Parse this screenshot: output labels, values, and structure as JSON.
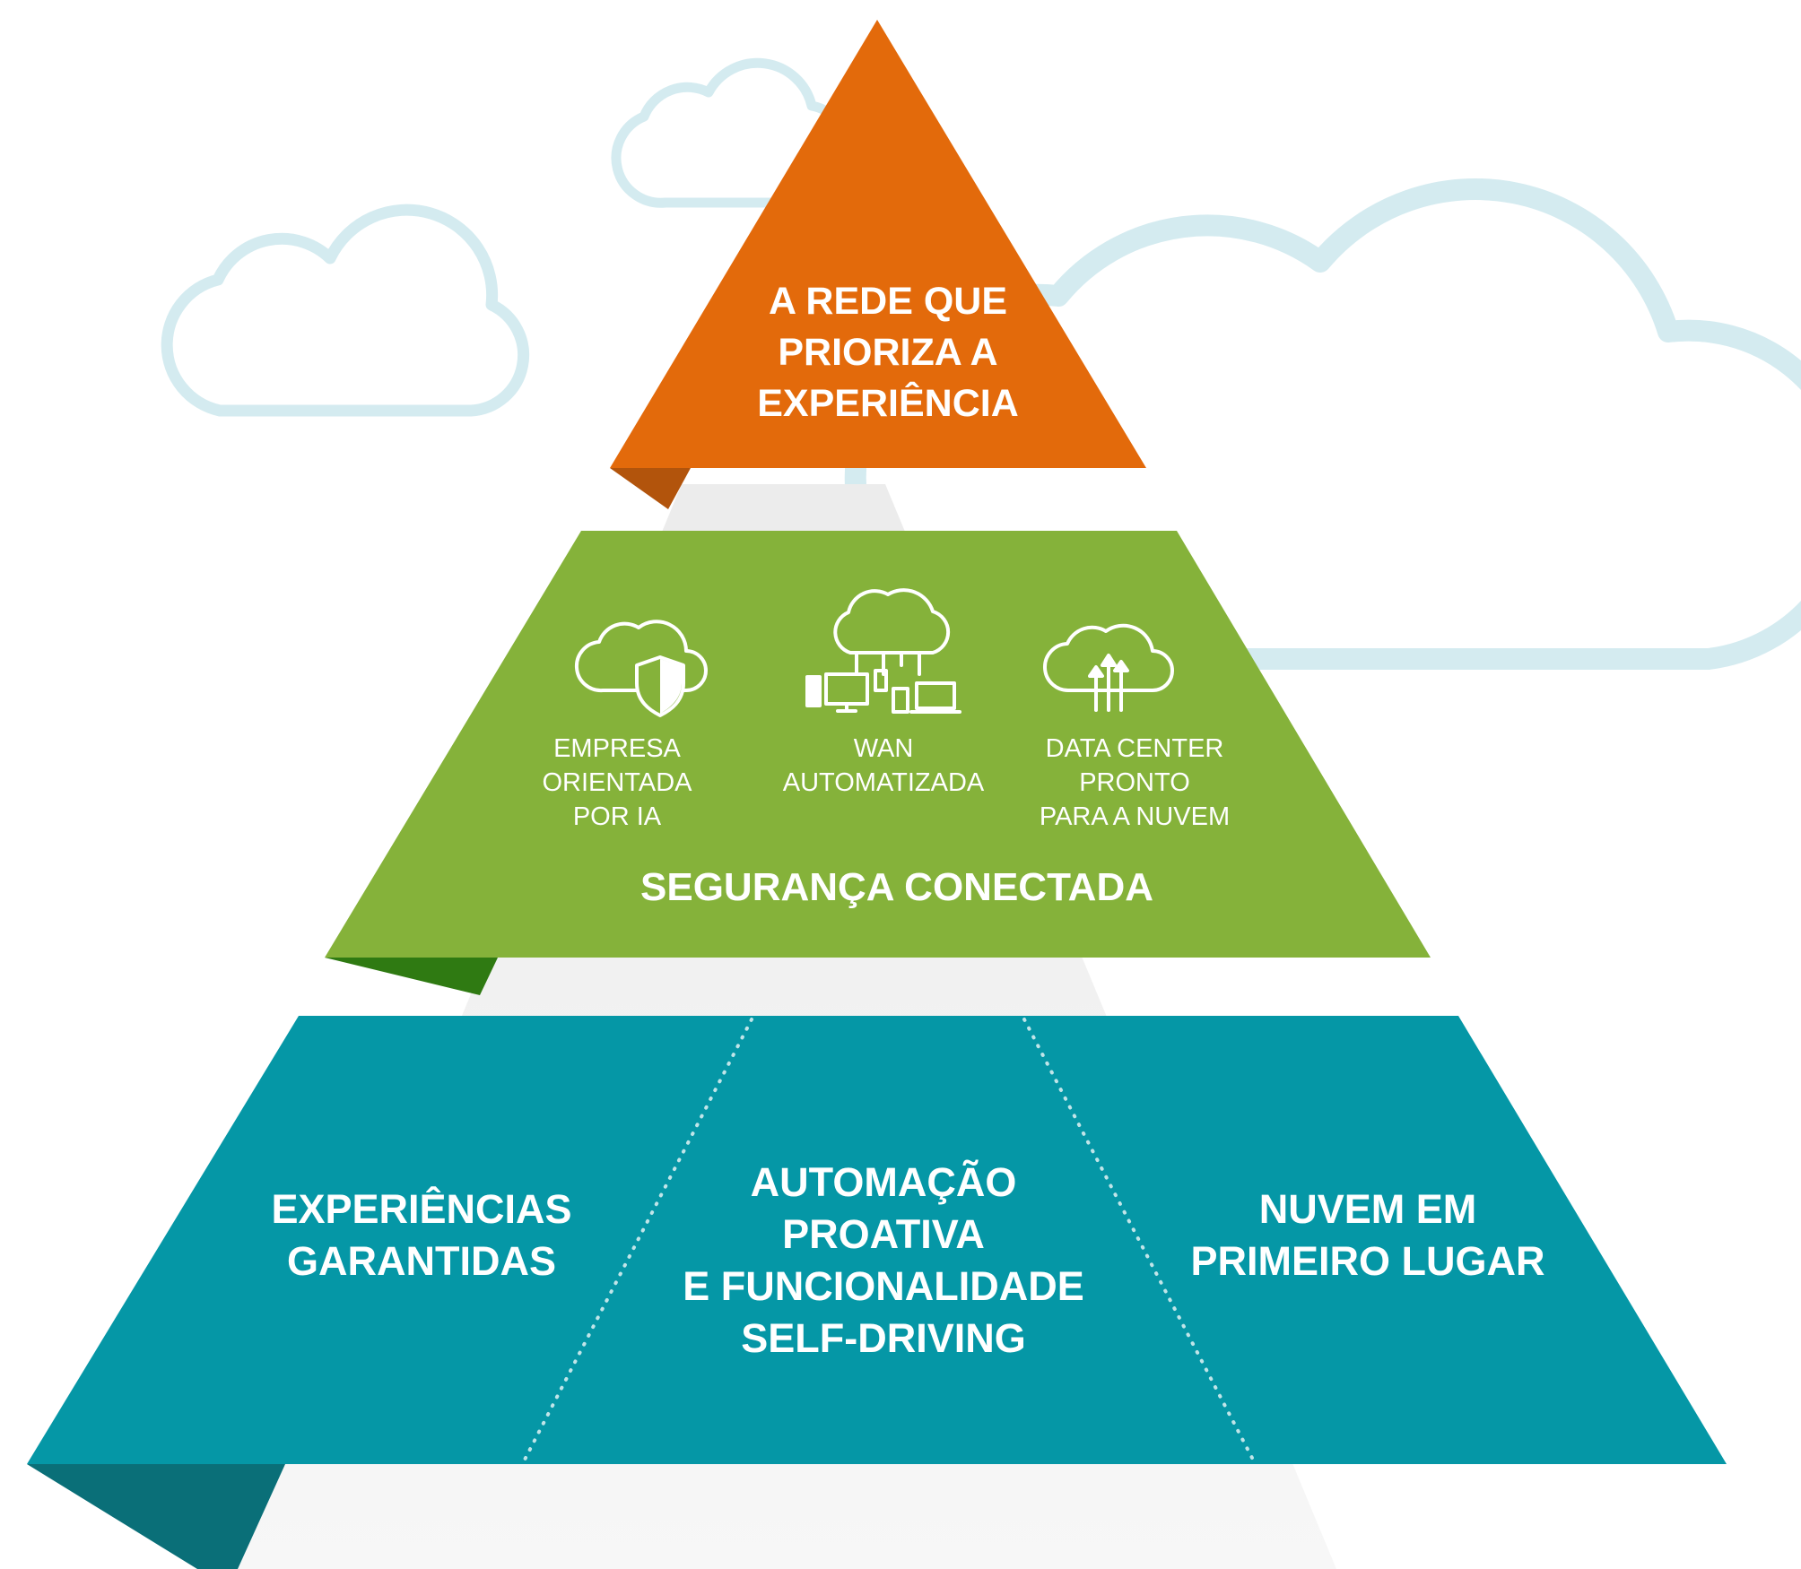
{
  "top_tier": {
    "lines": [
      "A REDE QUE",
      "PRIORIZA A",
      "EXPERIÊNCIA"
    ],
    "color": "#e36a0b"
  },
  "middle_tier": {
    "features": [
      {
        "icon": "cloud-shield-icon",
        "lines": [
          "EMPRESA",
          "ORIENTADA",
          "POR IA"
        ]
      },
      {
        "icon": "cloud-devices-icon",
        "lines": [
          "WAN",
          "AUTOMATIZADA"
        ]
      },
      {
        "icon": "cloud-upload-arrows-icon",
        "lines": [
          "DATA CENTER",
          "PRONTO",
          "PARA A NUVEM"
        ]
      }
    ],
    "label": "SEGURANÇA CONECTADA",
    "color": "#85b23a"
  },
  "bottom_tier": {
    "sections": [
      {
        "lines": [
          "EXPERIÊNCIAS",
          "GARANTIDAS"
        ]
      },
      {
        "lines": [
          "AUTOMAÇÃO",
          "PROATIVA",
          "E FUNCIONALIDADE",
          "SELF-DRIVING"
        ]
      },
      {
        "lines": [
          "NUVEM EM",
          "PRIMEIRO LUGAR"
        ]
      }
    ],
    "color": "#0597a6"
  },
  "background": {
    "decoration": "cloud-outline-icon",
    "cloud_color": "#d4ebf0"
  }
}
